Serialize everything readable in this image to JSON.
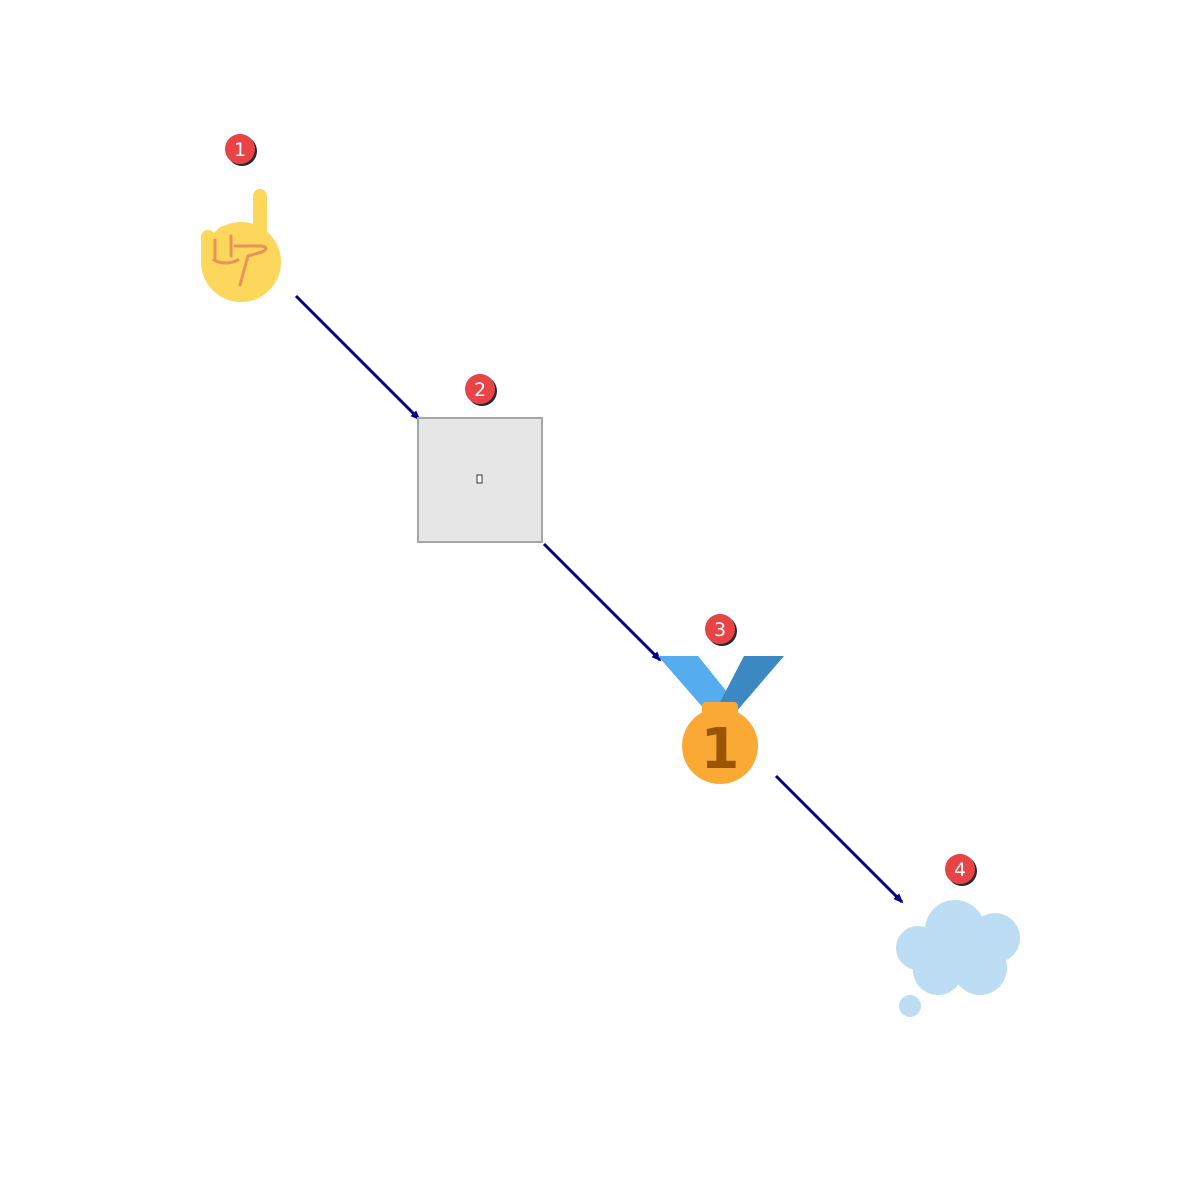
{
  "diagram": {
    "steps": [
      {
        "number": "1",
        "icon": "index-pointing-up-icon"
      },
      {
        "number": "2",
        "icon": "placeholder-square-icon"
      },
      {
        "number": "3",
        "icon": "first-place-medal-icon"
      },
      {
        "number": "4",
        "icon": "thought-balloon-icon"
      }
    ],
    "medal_digit": "1",
    "colors": {
      "arrow": "#00008b",
      "badge_fill": "#e84346",
      "badge_shadow": "#2a2a2a",
      "hand": "#fdd65c",
      "hand_lines": "#e8935a",
      "box_fill": "#e6e6e6",
      "box_border": "#a6a6a6",
      "medal_gold": "#fba935",
      "medal_digit": "#9b5400",
      "ribbon_light": "#55acee",
      "ribbon_dark": "#3b88c3",
      "cloud": "#bdddf4"
    }
  }
}
